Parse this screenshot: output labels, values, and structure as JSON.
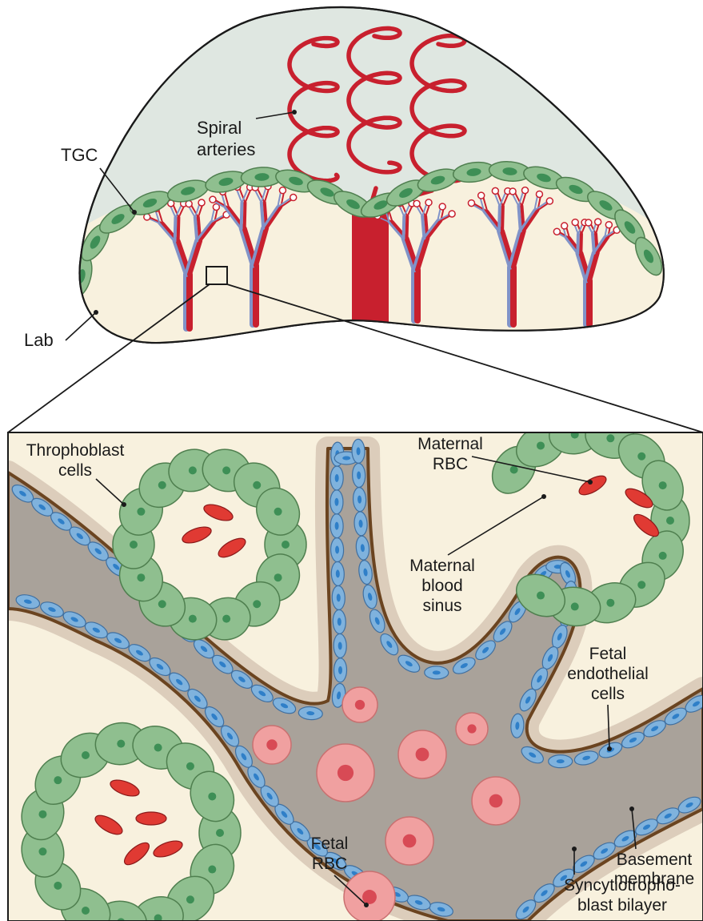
{
  "colors": {
    "decidua": "#dfe7e1",
    "labyrinth": "#f8f1de",
    "tgc_fill": "#8fbf8f",
    "tgc_stroke": "#4f7f4f",
    "tgc_nucleus": "#3e8f56",
    "maternal_artery": "#c8202e",
    "fetal_vessel_blue": "#8193c8",
    "fetal_stroma": "#a9a29a",
    "trophoblast_halo": "#dccdbb",
    "basement_membrane": "#6b4420",
    "endothelial_fill": "#7fb2dd",
    "endothelial_nucleus": "#2f7fc8",
    "fetal_rbc": "#f0a0a0",
    "fetal_rbc_nucleus": "#d84a55",
    "maternal_rbc": "#e03a33",
    "outline": "#1a1a1a"
  },
  "labels": {
    "tgc": "TGC",
    "spiral_arteries": [
      "Spiral",
      "arteries"
    ],
    "lab": "Lab",
    "trophoblast_cells": [
      "Throphoblast",
      "cells"
    ],
    "maternal_rbc": [
      "Maternal",
      "RBC"
    ],
    "maternal_blood_sinus": [
      "Maternal",
      "blood",
      "sinus"
    ],
    "fetal_endothelial_cells": [
      "Fetal",
      "endothelial",
      "cells"
    ],
    "fetal_rbc": [
      "Fetal",
      "RBC"
    ],
    "basement_membrane": [
      "Basement",
      "membrane"
    ],
    "syncytiotrophoblast_bilayer": [
      "Syncytiotropho-",
      "blast bilayer"
    ]
  }
}
